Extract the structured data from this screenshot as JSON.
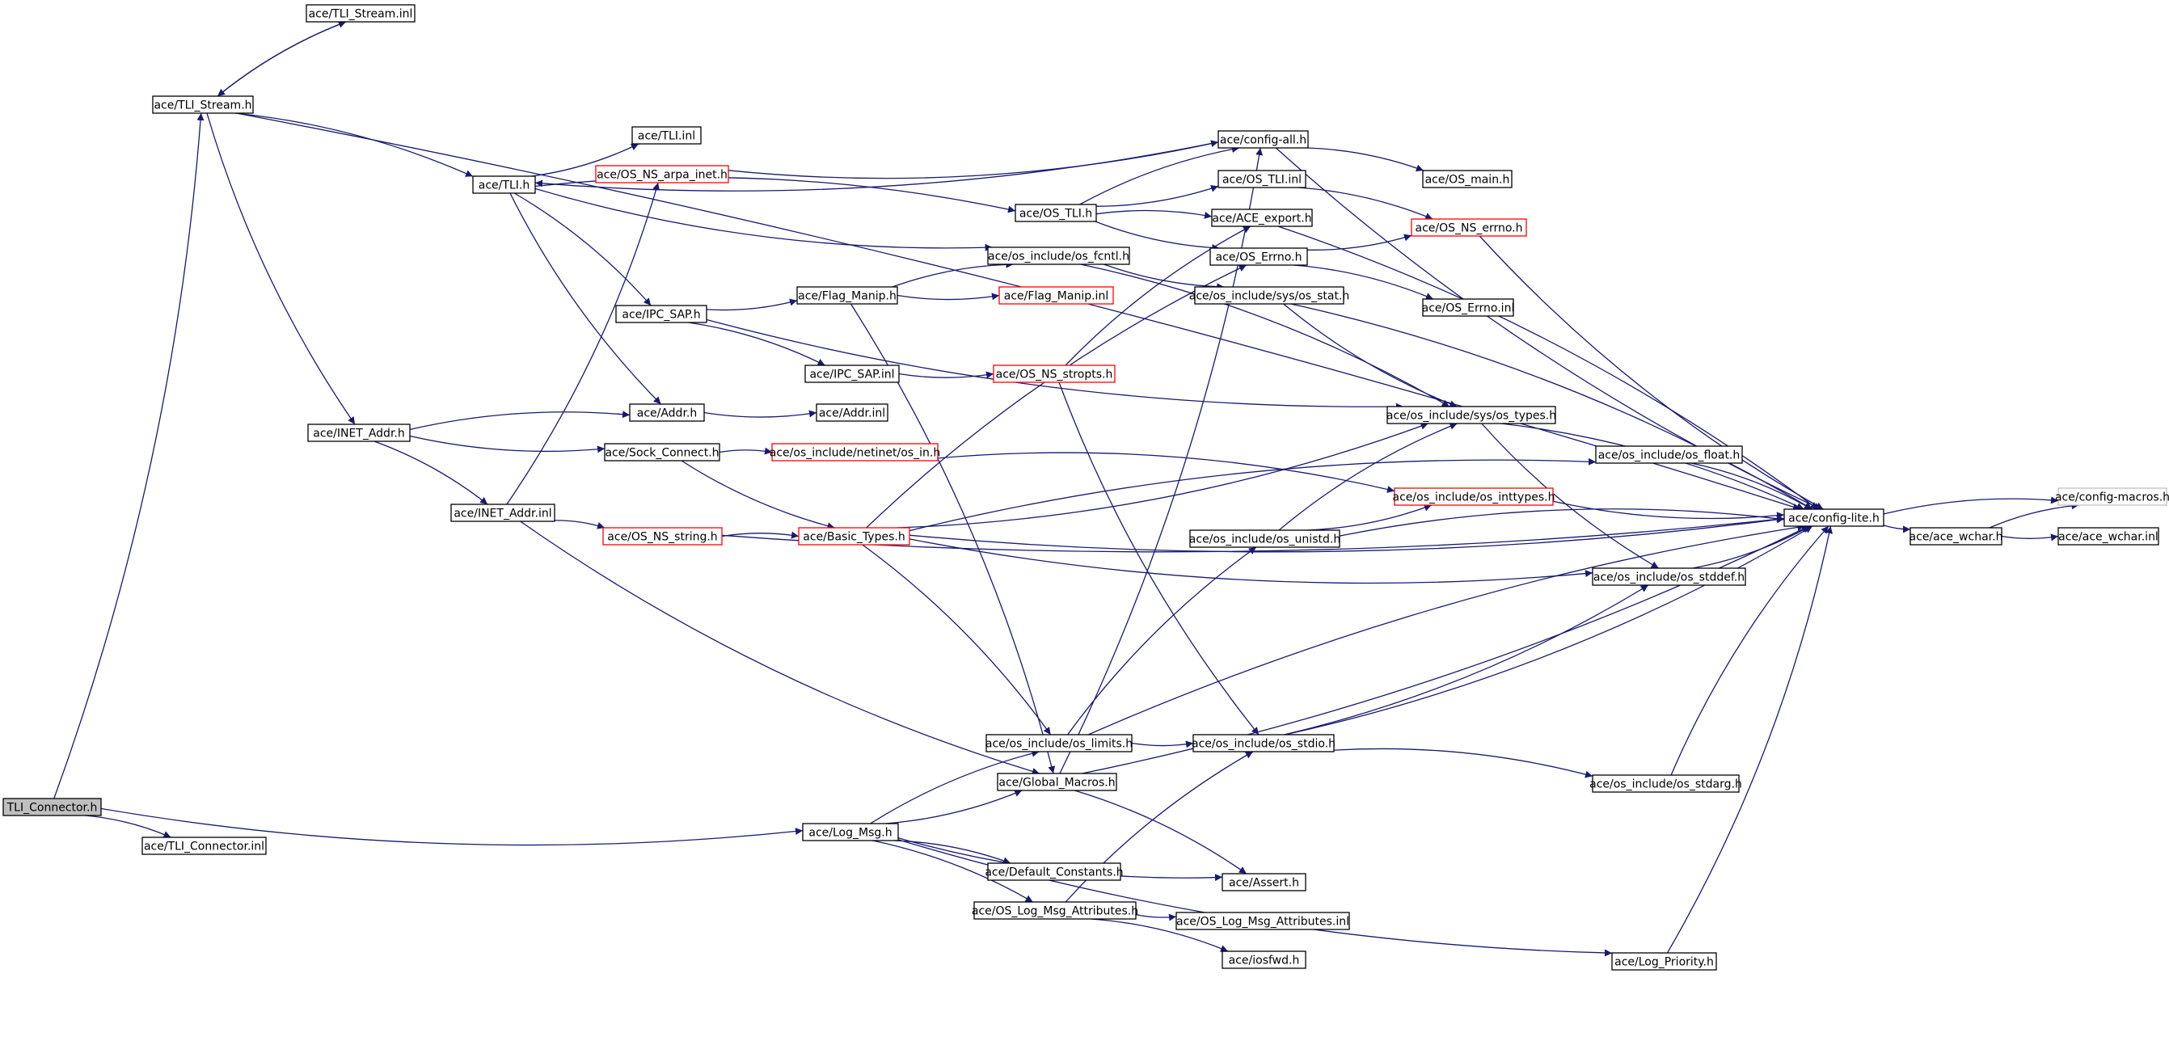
{
  "nodes": [
    {
      "id": "tli_connector_h",
      "label": "TLI_Connector.h",
      "style": "root"
    },
    {
      "id": "tli_connector_inl",
      "label": "ace/TLI_Connector.inl",
      "style": "normal"
    },
    {
      "id": "tli_stream_inl",
      "label": "ace/TLI_Stream.inl",
      "style": "normal"
    },
    {
      "id": "tli_stream_h",
      "label": "ace/TLI_Stream.h",
      "style": "normal"
    },
    {
      "id": "tli_inl",
      "label": "ace/TLI.inl",
      "style": "normal"
    },
    {
      "id": "tli_h",
      "label": "ace/TLI.h",
      "style": "normal"
    },
    {
      "id": "os_ns_arpa_inet_h",
      "label": "ace/OS_NS_arpa_inet.h",
      "style": "red"
    },
    {
      "id": "config_all_h",
      "label": "ace/config-all.h",
      "style": "normal"
    },
    {
      "id": "os_main_h",
      "label": "ace/OS_main.h",
      "style": "normal"
    },
    {
      "id": "os_tli_inl",
      "label": "ace/OS_TLI.inl",
      "style": "normal"
    },
    {
      "id": "os_tli_h",
      "label": "ace/OS_TLI.h",
      "style": "normal"
    },
    {
      "id": "ace_export_h",
      "label": "ace/ACE_export.h",
      "style": "normal"
    },
    {
      "id": "os_ns_errno_h",
      "label": "ace/OS_NS_errno.h",
      "style": "red"
    },
    {
      "id": "os_errno_h",
      "label": "ace/OS_Errno.h",
      "style": "normal"
    },
    {
      "id": "os_fcntl_h",
      "label": "ace/os_include/os_fcntl.h",
      "style": "normal"
    },
    {
      "id": "os_stat_h",
      "label": "ace/os_include/sys/os_stat.h",
      "style": "normal"
    },
    {
      "id": "os_errno_inl",
      "label": "ace/OS_Errno.inl",
      "style": "normal"
    },
    {
      "id": "ipc_sap_h",
      "label": "ace/IPC_SAP.h",
      "style": "normal"
    },
    {
      "id": "flag_manip_h",
      "label": "ace/Flag_Manip.h",
      "style": "normal"
    },
    {
      "id": "flag_manip_inl",
      "label": "ace/Flag_Manip.inl",
      "style": "red"
    },
    {
      "id": "ipc_sap_inl",
      "label": "ace/IPC_SAP.inl",
      "style": "normal"
    },
    {
      "id": "os_ns_stropts_h",
      "label": "ace/OS_NS_stropts.h",
      "style": "red"
    },
    {
      "id": "os_types_h",
      "label": "ace/os_include/sys/os_types.h",
      "style": "normal"
    },
    {
      "id": "inet_addr_h",
      "label": "ace/INET_Addr.h",
      "style": "normal"
    },
    {
      "id": "addr_h",
      "label": "ace/Addr.h",
      "style": "normal"
    },
    {
      "id": "addr_inl",
      "label": "ace/Addr.inl",
      "style": "normal"
    },
    {
      "id": "sock_connect_h",
      "label": "ace/Sock_Connect.h",
      "style": "normal"
    },
    {
      "id": "os_in_h",
      "label": "ace/os_include/netinet/os_in.h",
      "style": "red"
    },
    {
      "id": "os_float_h",
      "label": "ace/os_include/os_float.h",
      "style": "normal"
    },
    {
      "id": "os_inttypes_h",
      "label": "ace/os_include/os_inttypes.h",
      "style": "red"
    },
    {
      "id": "config_lite_h",
      "label": "ace/config-lite.h",
      "style": "normal"
    },
    {
      "id": "config_macros_h",
      "label": "ace/config-macros.h",
      "style": "gray"
    },
    {
      "id": "ace_wchar_h",
      "label": "ace/ace_wchar.h",
      "style": "normal"
    },
    {
      "id": "ace_wchar_inl",
      "label": "ace/ace_wchar.inl",
      "style": "normal"
    },
    {
      "id": "inet_addr_inl",
      "label": "ace/INET_Addr.inl",
      "style": "normal"
    },
    {
      "id": "os_ns_string_h",
      "label": "ace/OS_NS_string.h",
      "style": "red"
    },
    {
      "id": "basic_types_h",
      "label": "ace/Basic_Types.h",
      "style": "red"
    },
    {
      "id": "os_unistd_h",
      "label": "ace/os_include/os_unistd.h",
      "style": "normal"
    },
    {
      "id": "os_stddef_h",
      "label": "ace/os_include/os_stddef.h",
      "style": "normal"
    },
    {
      "id": "os_limits_h",
      "label": "ace/os_include/os_limits.h",
      "style": "normal"
    },
    {
      "id": "os_stdio_h",
      "label": "ace/os_include/os_stdio.h",
      "style": "normal"
    },
    {
      "id": "global_macros_h",
      "label": "ace/Global_Macros.h",
      "style": "normal"
    },
    {
      "id": "os_stdarg_h",
      "label": "ace/os_include/os_stdarg.h",
      "style": "normal"
    },
    {
      "id": "log_msg_h",
      "label": "ace/Log_Msg.h",
      "style": "normal"
    },
    {
      "id": "default_constants_h",
      "label": "ace/Default_Constants.h",
      "style": "normal"
    },
    {
      "id": "assert_h",
      "label": "ace/Assert.h",
      "style": "normal"
    },
    {
      "id": "os_log_msg_attributes_h",
      "label": "ace/OS_Log_Msg_Attributes.h",
      "style": "normal"
    },
    {
      "id": "os_log_msg_attributes_inl",
      "label": "ace/OS_Log_Msg_Attributes.inl",
      "style": "normal"
    },
    {
      "id": "iosfwd_h",
      "label": "ace/iosfwd.h",
      "style": "normal"
    },
    {
      "id": "log_priority_h",
      "label": "ace/Log_Priority.h",
      "style": "normal"
    }
  ],
  "edges": [
    [
      "tli_connector_h",
      "tli_stream_h"
    ],
    [
      "tli_connector_h",
      "tli_connector_inl"
    ],
    [
      "tli_connector_h",
      "log_msg_h"
    ],
    [
      "tli_stream_h",
      "tli_stream_inl"
    ],
    [
      "tli_stream_inl",
      "tli_stream_h"
    ],
    [
      "tli_stream_h",
      "tli_h"
    ],
    [
      "tli_stream_h",
      "inet_addr_h"
    ],
    [
      "tli_stream_h",
      "config_lite_h"
    ],
    [
      "tli_h",
      "tli_inl"
    ],
    [
      "tli_h",
      "os_tli_h"
    ],
    [
      "tli_h",
      "os_fcntl_h"
    ],
    [
      "tli_h",
      "ipc_sap_h"
    ],
    [
      "tli_h",
      "addr_h"
    ],
    [
      "config_all_h",
      "tli_h"
    ],
    [
      "os_ns_arpa_inet_h",
      "config_all_h"
    ],
    [
      "config_all_h",
      "os_main_h"
    ],
    [
      "config_all_h",
      "config_lite_h"
    ],
    [
      "os_tli_h",
      "config_all_h"
    ],
    [
      "os_tli_h",
      "os_tli_inl"
    ],
    [
      "os_tli_h",
      "ace_export_h"
    ],
    [
      "os_tli_h",
      "os_errno_h"
    ],
    [
      "os_tli_inl",
      "os_ns_errno_h"
    ],
    [
      "os_errno_h",
      "os_ns_errno_h"
    ],
    [
      "os_errno_h",
      "os_errno_inl"
    ],
    [
      "os_ns_errno_h",
      "config_lite_h"
    ],
    [
      "ace_export_h",
      "config_lite_h"
    ],
    [
      "os_fcntl_h",
      "os_stat_h"
    ],
    [
      "os_fcntl_h",
      "os_types_h"
    ],
    [
      "os_stat_h",
      "os_types_h"
    ],
    [
      "os_stat_h",
      "config_lite_h"
    ],
    [
      "ipc_sap_h",
      "flag_manip_h"
    ],
    [
      "ipc_sap_h",
      "ipc_sap_inl"
    ],
    [
      "ipc_sap_h",
      "os_types_h"
    ],
    [
      "flag_manip_h",
      "os_fcntl_h"
    ],
    [
      "flag_manip_h",
      "flag_manip_inl"
    ],
    [
      "flag_manip_h",
      "global_macros_h"
    ],
    [
      "ipc_sap_inl",
      "os_ns_stropts_h"
    ],
    [
      "os_ns_stropts_h",
      "ace_export_h"
    ],
    [
      "os_ns_stropts_h",
      "os_stdio_h"
    ],
    [
      "inet_addr_h",
      "addr_h"
    ],
    [
      "inet_addr_h",
      "sock_connect_h"
    ],
    [
      "inet_addr_h",
      "inet_addr_inl"
    ],
    [
      "addr_h",
      "addr_inl"
    ],
    [
      "sock_connect_h",
      "os_in_h"
    ],
    [
      "sock_connect_h",
      "basic_types_h"
    ],
    [
      "os_in_h",
      "os_inttypes_h"
    ],
    [
      "inet_addr_inl",
      "os_ns_arpa_inet_h"
    ],
    [
      "inet_addr_inl",
      "os_ns_string_h"
    ],
    [
      "inet_addr_inl",
      "global_macros_h"
    ],
    [
      "os_ns_string_h",
      "basic_types_h"
    ],
    [
      "os_ns_string_h",
      "config_lite_h"
    ],
    [
      "basic_types_h",
      "os_errno_h"
    ],
    [
      "basic_types_h",
      "os_types_h"
    ],
    [
      "basic_types_h",
      "os_float_h"
    ],
    [
      "basic_types_h",
      "os_stddef_h"
    ],
    [
      "basic_types_h",
      "os_limits_h"
    ],
    [
      "basic_types_h",
      "config_lite_h"
    ],
    [
      "os_types_h",
      "config_lite_h"
    ],
    [
      "os_types_h",
      "os_stddef_h"
    ],
    [
      "os_float_h",
      "config_lite_h"
    ],
    [
      "os_inttypes_h",
      "config_lite_h"
    ],
    [
      "os_unistd_h",
      "os_types_h"
    ],
    [
      "os_unistd_h",
      "os_inttypes_h"
    ],
    [
      "os_unistd_h",
      "config_lite_h"
    ],
    [
      "os_stddef_h",
      "config_lite_h"
    ],
    [
      "os_limits_h",
      "os_unistd_h"
    ],
    [
      "os_limits_h",
      "os_stdio_h"
    ],
    [
      "os_limits_h",
      "config_lite_h"
    ],
    [
      "os_stdio_h",
      "os_stddef_h"
    ],
    [
      "os_stdio_h",
      "os_stdarg_h"
    ],
    [
      "os_stdio_h",
      "config_lite_h"
    ],
    [
      "os_stdarg_h",
      "config_lite_h"
    ],
    [
      "global_macros_h",
      "config_all_h"
    ],
    [
      "global_macros_h",
      "assert_h"
    ],
    [
      "global_macros_h",
      "config_lite_h"
    ],
    [
      "log_msg_h",
      "os_limits_h"
    ],
    [
      "log_msg_h",
      "global_macros_h"
    ],
    [
      "log_msg_h",
      "default_constants_h"
    ],
    [
      "log_msg_h",
      "assert_h"
    ],
    [
      "log_msg_h",
      "os_log_msg_attributes_h"
    ],
    [
      "log_msg_h",
      "log_priority_h"
    ],
    [
      "os_log_msg_attributes_h",
      "os_stdio_h"
    ],
    [
      "os_log_msg_attributes_h",
      "os_log_msg_attributes_inl"
    ],
    [
      "os_log_msg_attributes_h",
      "iosfwd_h"
    ],
    [
      "log_priority_h",
      "config_lite_h"
    ],
    [
      "config_lite_h",
      "config_macros_h"
    ],
    [
      "config_lite_h",
      "ace_wchar_h"
    ],
    [
      "ace_wchar_h",
      "config_macros_h"
    ],
    [
      "ace_wchar_h",
      "ace_wchar_inl"
    ]
  ]
}
